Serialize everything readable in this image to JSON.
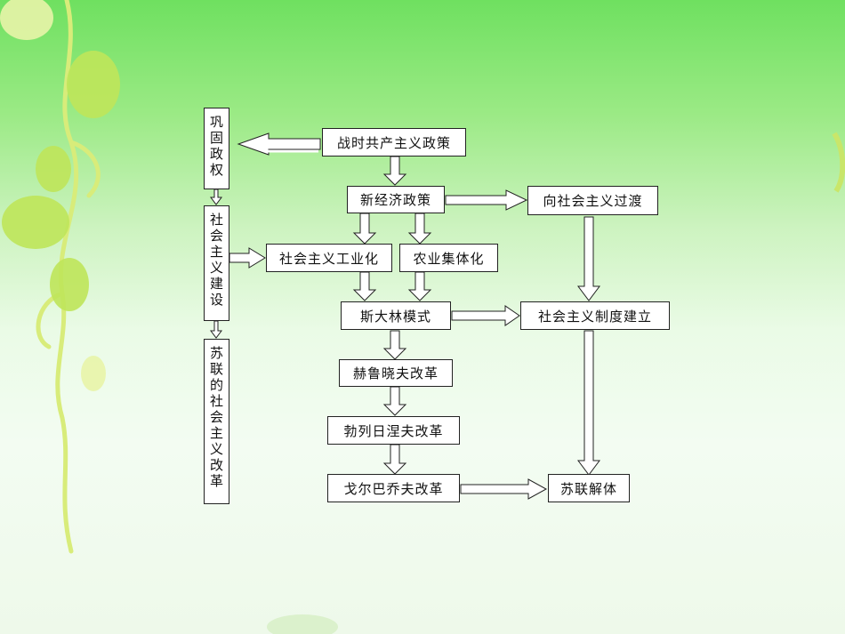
{
  "left_column": {
    "box1": "巩固政权",
    "box2": "社会主义建设",
    "box3": "苏联的社会主义改革"
  },
  "nodes": {
    "war_communism": "战时共产主义政策",
    "nep": "新经济政策",
    "transition": "向社会主义过渡",
    "industrialization": "社会主义工业化",
    "collectivization": "农业集体化",
    "stalin_model": "斯大林模式",
    "socialist_system": "社会主义制度建立",
    "khrushchev": "赫鲁晓夫改革",
    "brezhnev": "勃列日涅夫改革",
    "gorbachev": "戈尔巴乔夫改革",
    "ussr_collapse": "苏联解体"
  },
  "colors": {
    "background_top": "#6fe060",
    "background_bottom": "#eef9ea",
    "box_border": "#222222",
    "box_fill": "#ffffff"
  }
}
